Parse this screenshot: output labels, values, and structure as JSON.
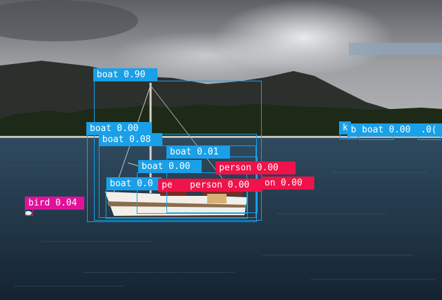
{
  "colors": {
    "boat": "#1aa0e8",
    "person": "#f0124a",
    "bird": "#e0129a"
  },
  "detections": [
    {
      "cls": "boat",
      "text": "boat 0.90"
    },
    {
      "cls": "boat",
      "text": "boat 0.00"
    },
    {
      "cls": "boat",
      "text": "boat 0.08"
    },
    {
      "cls": "boat",
      "text": "boat 0.01"
    },
    {
      "cls": "boat",
      "text": "boat 0.00"
    },
    {
      "cls": "boat",
      "text": "boat 0.0"
    },
    {
      "cls": "person",
      "text": "person 0.00"
    },
    {
      "cls": "person",
      "text": "pe"
    },
    {
      "cls": "person",
      "text": "person 0.00"
    },
    {
      "cls": "person",
      "text": "on 0.00"
    },
    {
      "cls": "bird",
      "text": "bird 0.04"
    },
    {
      "cls": "boat",
      "text": "k"
    },
    {
      "cls": "boat",
      "text": "b"
    },
    {
      "cls": "boat",
      "text": "boat 0.00"
    },
    {
      "cls": "boat",
      "text": ".0("
    }
  ]
}
